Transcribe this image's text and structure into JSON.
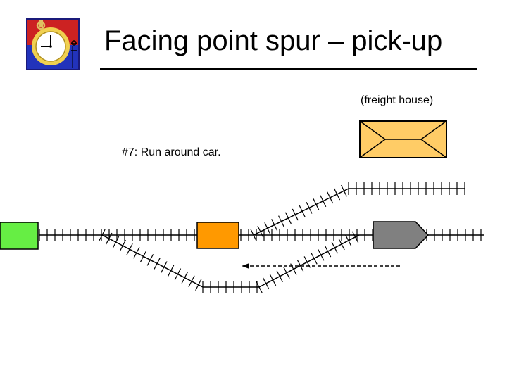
{
  "title": "Facing point spur – pick-up",
  "labels": {
    "freight_house": "(freight house)",
    "step": "#7:  Run around car."
  },
  "colors": {
    "loco": "#66ee44",
    "car": "#ff9900",
    "caboose": "#808080",
    "freight_house": "#ffcc66",
    "track": "#000000"
  },
  "icons": {
    "logo": "stopwatch-icon"
  }
}
